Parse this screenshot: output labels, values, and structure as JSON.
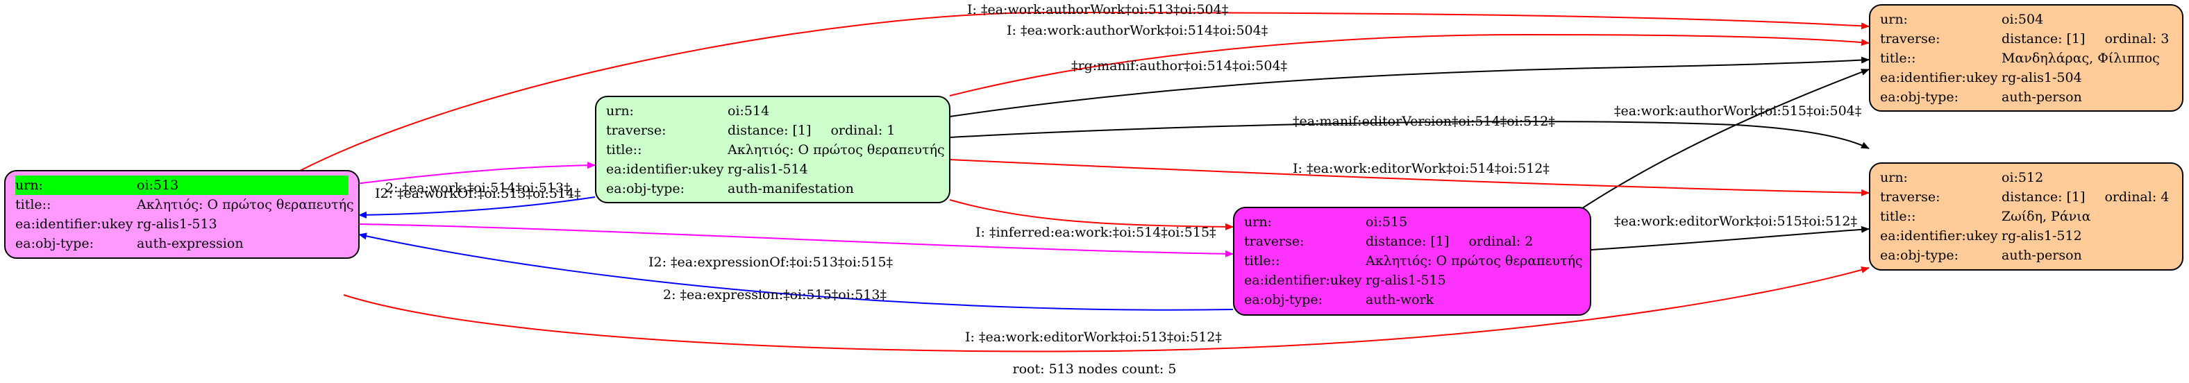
{
  "caption": "root: 513 nodes count: 5",
  "colors": {
    "red": "#ff0000",
    "blue": "#0000ff",
    "magenta": "#ff00ff",
    "black": "#000000",
    "highlight": "#00ff00"
  },
  "nodes": {
    "n513": {
      "color": "#ff99ff",
      "urn_key": "urn:",
      "urn": "oi:513",
      "title_key": "title::",
      "title": "Ακλητιός: Ο πρώτος θεραπευτής",
      "ident_key": "ea:identifier:ukey",
      "ident": "rg-alis1-513",
      "type_key": "ea:obj-type:",
      "type": "auth-expression"
    },
    "n514": {
      "color": "#ccffcc",
      "urn_key": "urn:",
      "urn": "oi:514",
      "trav_key": "traverse:",
      "distance": "distance: [1]",
      "ordinal": "ordinal: 1",
      "title_key": "title::",
      "title": "Ακλητιός: Ο πρώτος θεραπευτής",
      "ident_key": "ea:identifier:ukey",
      "ident": "rg-alis1-514",
      "type_key": "ea:obj-type:",
      "type": "auth-manifestation"
    },
    "n515": {
      "color": "#ff33ff",
      "urn_key": "urn:",
      "urn": "oi:515",
      "trav_key": "traverse:",
      "distance": "distance: [1]",
      "ordinal": "ordinal: 2",
      "title_key": "title::",
      "title": "Ακλητιός: Ο πρώτος θεραπευτής",
      "ident_key": "ea:identifier:ukey",
      "ident": "rg-alis1-515",
      "type_key": "ea:obj-type:",
      "type": "auth-work"
    },
    "n504": {
      "color": "#ffcc99",
      "urn_key": "urn:",
      "urn": "oi:504",
      "trav_key": "traverse:",
      "distance": "distance: [1]",
      "ordinal": "ordinal: 3",
      "title_key": "title::",
      "title": "Μανδηλάρας, Φίλιππος",
      "ident_key": "ea:identifier:ukey",
      "ident": "rg-alis1-504",
      "type_key": "ea:obj-type:",
      "type": "auth-person"
    },
    "n512": {
      "color": "#ffcc99",
      "urn_key": "urn:",
      "urn": "oi:512",
      "trav_key": "traverse:",
      "distance": "distance: [1]",
      "ordinal": "ordinal: 4",
      "title_key": "title::",
      "title": "Ζωίδη, Ράνια",
      "ident_key": "ea:identifier:ukey",
      "ident": "rg-alis1-512",
      "type_key": "ea:obj-type:",
      "type": "auth-person"
    }
  },
  "edges": [
    {
      "id": "e1",
      "from": "oi:513",
      "to": "oi:504",
      "color": "red",
      "label": "I: ‡ea:work:authorWork‡oi:513‡oi:504‡"
    },
    {
      "id": "e2",
      "from": "oi:514",
      "to": "oi:504",
      "color": "red",
      "label": "I: ‡ea:work:authorWork‡oi:514‡oi:504‡"
    },
    {
      "id": "e3",
      "from": "oi:514",
      "to": "oi:504",
      "color": "black",
      "label": "‡rg:manif:author‡oi:514‡oi:504‡"
    },
    {
      "id": "e4",
      "from": "oi:514",
      "to": "oi:512",
      "color": "black",
      "label": "‡ea:manif:editorVersion‡oi:514‡oi:512‡"
    },
    {
      "id": "e5",
      "from": "oi:515",
      "to": "oi:504",
      "color": "black",
      "label": "‡ea:work:authorWork‡oi:515‡oi:504‡"
    },
    {
      "id": "e6",
      "from": "oi:514",
      "to": "oi:512",
      "color": "red",
      "label": "I: ‡ea:work:editorWork‡oi:514‡oi:512‡"
    },
    {
      "id": "e7",
      "from": "oi:513",
      "to": "oi:514",
      "color": "magenta",
      "label": "I2: ‡ea:workOf:‡oi:513‡oi:514‡"
    },
    {
      "id": "e8",
      "from": "oi:514",
      "to": "oi:513",
      "color": "blue",
      "label": "2: ‡ea:work:‡oi:514‡oi:513‡"
    },
    {
      "id": "e9",
      "from": "oi:514",
      "to": "oi:515",
      "color": "red",
      "label": "I: ‡inferred:ea:work:‡oi:514‡oi:515‡"
    },
    {
      "id": "e10",
      "from": "oi:515",
      "to": "oi:512",
      "color": "black",
      "label": "‡ea:work:editorWork‡oi:515‡oi:512‡"
    },
    {
      "id": "e11",
      "from": "oi:513",
      "to": "oi:515",
      "color": "magenta",
      "label": "I2: ‡ea:expressionOf:‡oi:513‡oi:515‡"
    },
    {
      "id": "e12",
      "from": "oi:515",
      "to": "oi:513",
      "color": "blue",
      "label": "2: ‡ea:expression:‡oi:515‡oi:513‡"
    },
    {
      "id": "e13",
      "from": "oi:513",
      "to": "oi:512",
      "color": "red",
      "label": "I: ‡ea:work:editorWork‡oi:513‡oi:512‡"
    }
  ]
}
